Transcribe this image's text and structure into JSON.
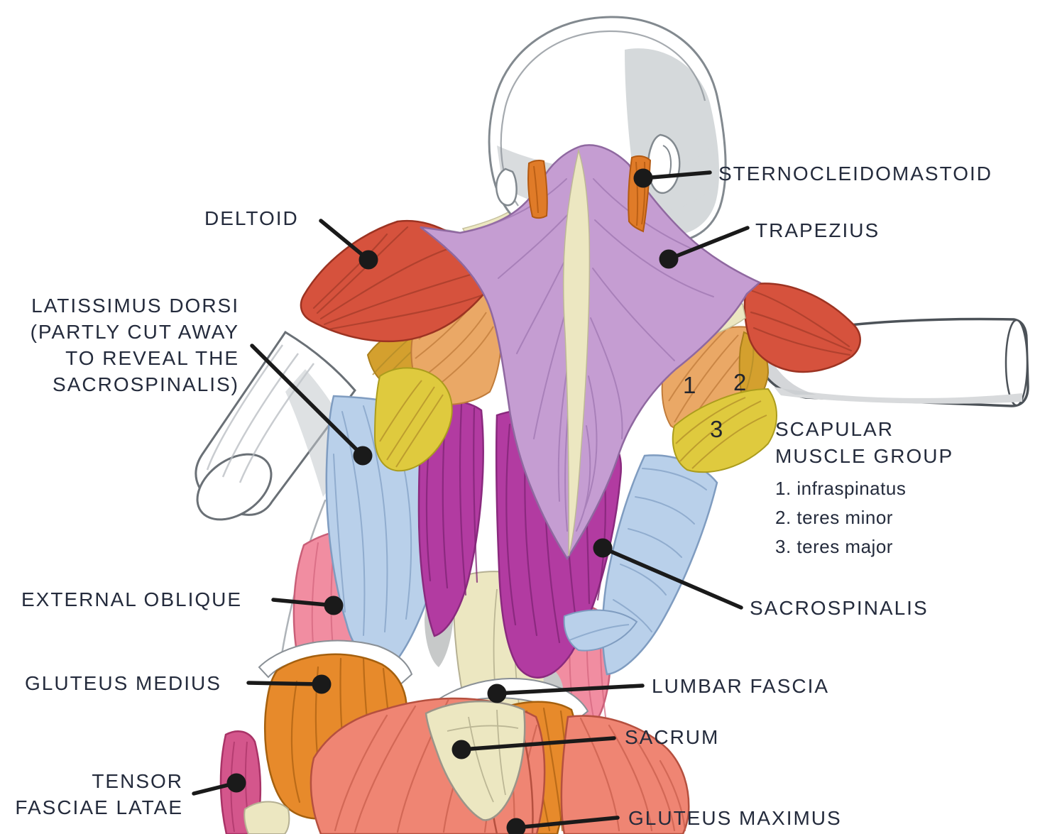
{
  "figure": {
    "type": "anatomical-diagram",
    "subject": "back muscles, posterior view"
  },
  "labels": {
    "sternocleidomastoid": "STERNOCLEIDOMASTOID",
    "trapezius": "TRAPEZIUS",
    "deltoid": "DELTOID",
    "latissimus_dorsi": "LATISSIMUS DORSI\n(PARTLY CUT AWAY\nTO REVEAL THE\nSACROSPINALIS)",
    "scapular_group_heading": "SCAPULAR\nMUSCLE GROUP",
    "scapular_group_items": [
      "1. infraspinatus",
      "2. teres minor",
      "3. teres major"
    ],
    "sacrospinalis": "SACROSPINALIS",
    "external_oblique": "EXTERNAL OBLIQUE",
    "gluteus_medius": "GLUTEUS MEDIUS",
    "lumbar_fascia": "LUMBAR FASCIA",
    "sacrum": "SACRUM",
    "tensor_fasciae_latae": "TENSOR\nFASCIAE LATAE",
    "gluteus_maximus": "GLUTEUS MAXIMUS"
  },
  "muscle_markers": {
    "infraspinatus": "1",
    "teres_minor": "2",
    "teres_major": "3"
  },
  "palette": {
    "background": "#ffffff",
    "label_text": "#242b3c",
    "leader_line": "#1a1a1a",
    "trapezius": "#c59dd2",
    "trapezius_fiber": "#9a72ad",
    "cream_fascia": "#ece7c1",
    "fascia_line": "#a8a383",
    "deltoid": "#d6523d",
    "deltoid_fiber": "#a23a29",
    "sternocleidomastoid": "#e07b28",
    "scm_fiber": "#b35a12",
    "infraspinatus": "#eaa866",
    "teres_minor": "#d4a02e",
    "teres_major": "#dfca3e",
    "scapular_fiber": "#b08a28",
    "latissimus": "#b9d0ea",
    "latissimus_fiber": "#86a4c8",
    "sacrospinalis": "#b23ba1",
    "sacrospinalis_fiber": "#7f2374",
    "external_oblique": "#f18da1",
    "external_oblique_fiber": "#d2647d",
    "gluteus_medius": "#e78a2b",
    "gluteus_medius_fiber": "#a95f10",
    "gluteus_maximus": "#ef8573",
    "gluteus_maximus_fiber": "#c75c4a",
    "tensor_fasciae_latae": "#d4568c",
    "tfl_fiber": "#a93367",
    "skull": "#ffffff",
    "skull_shade": "#ced2d5",
    "outline_gray": "#7e858c"
  }
}
